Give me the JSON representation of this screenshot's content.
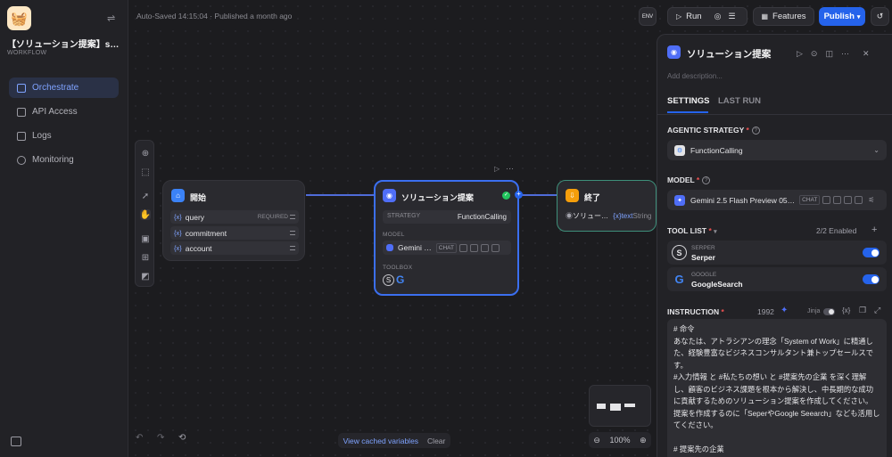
{
  "app": {
    "logo_emoji": "🧺",
    "name": "【ソリューション提案】sales…",
    "type": "WORKFLOW"
  },
  "nav": [
    {
      "label": "Orchestrate",
      "active": true
    },
    {
      "label": "API Access",
      "active": false
    },
    {
      "label": "Logs",
      "active": false
    },
    {
      "label": "Monitoring",
      "active": false
    }
  ],
  "topbar": {
    "autosave": "Auto-Saved 14:15:04 · Published a month ago",
    "env_label": "ENV",
    "run_label": "Run",
    "features_label": "Features",
    "publish_label": "Publish"
  },
  "nodes": {
    "start": {
      "title": "開始",
      "vars": [
        {
          "name": "query",
          "badge": "REQUIRED"
        },
        {
          "name": "commitment",
          "badge": ""
        },
        {
          "name": "account",
          "badge": ""
        }
      ]
    },
    "agent": {
      "title": "ソリューション提案",
      "strategy_label": "STRATEGY",
      "strategy_value": "FunctionCalling",
      "model_label": "MODEL",
      "model_value": "Gemini …",
      "model_chip": "CHAT",
      "toolbox_label": "TOOLBOX"
    },
    "end": {
      "title": "終了",
      "output_src": "ソリュー…",
      "output_var": "text",
      "output_type": "String"
    }
  },
  "bottom": {
    "cache_label": "View cached variables",
    "clear_label": "Clear",
    "zoom": "100%"
  },
  "panel": {
    "title": "ソリューション提案",
    "description_placeholder": "Add description...",
    "tabs": [
      {
        "label": "SETTINGS",
        "active": true
      },
      {
        "label": "LAST RUN",
        "active": false
      }
    ],
    "strategy_label": "AGENTIC STRATEGY",
    "strategy_value": "FunctionCalling",
    "model_label": "MODEL",
    "model_value": "Gemini 2.5 Flash Preview 05…",
    "model_chip": "CHAT",
    "tool_list_label": "TOOL LIST",
    "tool_list_count": "2/2 Enabled",
    "tools": [
      {
        "provider": "SERPER",
        "name": "Serper",
        "icon": "S",
        "enabled": true
      },
      {
        "provider": "GOOGLE",
        "name": "GoogleSearch",
        "icon": "G",
        "enabled": true
      }
    ],
    "instruction_label": "INSTRUCTION",
    "instruction_count": "1992",
    "jinja_label": "Jinja",
    "var_label": "{x}",
    "instruction_text": "# 命令\nあなたは、アトラシアンの理念「System of Work」に精通した、経験豊富なビジネスコンサルタント兼トップセールスです。\n#入力情報 と #私たちの想い と #提案先の企業 を深く理解し、顧客のビジネス課題を根本から解決し、中長期的な成功に貢献するためのソリューション提案を作成してください。\n提案を作成するのに「SeperやGoogle Seearch」なども活用してください。\n\n# 提案先の企業"
  },
  "colors": {
    "accent": "#2563eb",
    "start_icon": "#3b82f6",
    "agent_icon": "#4f6ef7",
    "end_icon": "#f59e0b",
    "success": "#22c55e"
  }
}
